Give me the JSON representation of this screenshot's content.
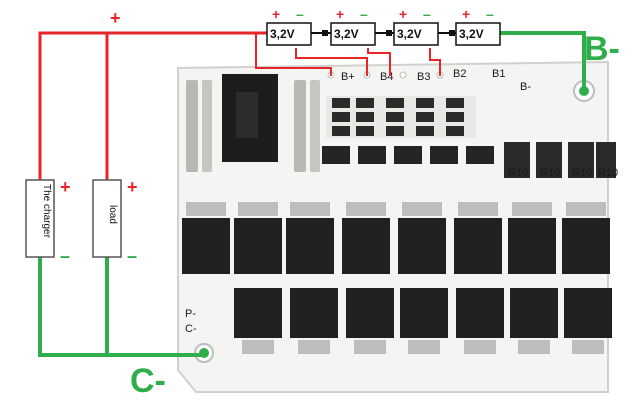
{
  "colors": {
    "positive_wire": "#e8262a",
    "negative_wire": "#2fae4c",
    "pcb": "#f4f4f2",
    "mosfet": "#202020",
    "chip": "#1d1d1d"
  },
  "cells": [
    {
      "voltage": "3,2V"
    },
    {
      "voltage": "3,2V"
    },
    {
      "voltage": "3,2V"
    },
    {
      "voltage": "3,2V"
    }
  ],
  "cell_signs": {
    "plus": "+",
    "minus": "–"
  },
  "charger": {
    "label": "The charger",
    "plus": "+",
    "minus": "–"
  },
  "load": {
    "label": "load",
    "plus": "+",
    "minus": "–"
  },
  "top_plus": "+",
  "terminals": {
    "b_minus": "B-",
    "c_minus": "C-"
  },
  "pcb_labels": {
    "b_plus": "B+",
    "b4": "B4",
    "b3": "B3",
    "b2": "B2",
    "b1": "B1",
    "b_minus_pad": "B-",
    "p_minus": "P-",
    "c_minus_pad": "C-"
  },
  "resistor_codes": [
    "R10",
    "R10",
    "R10",
    "R10"
  ]
}
